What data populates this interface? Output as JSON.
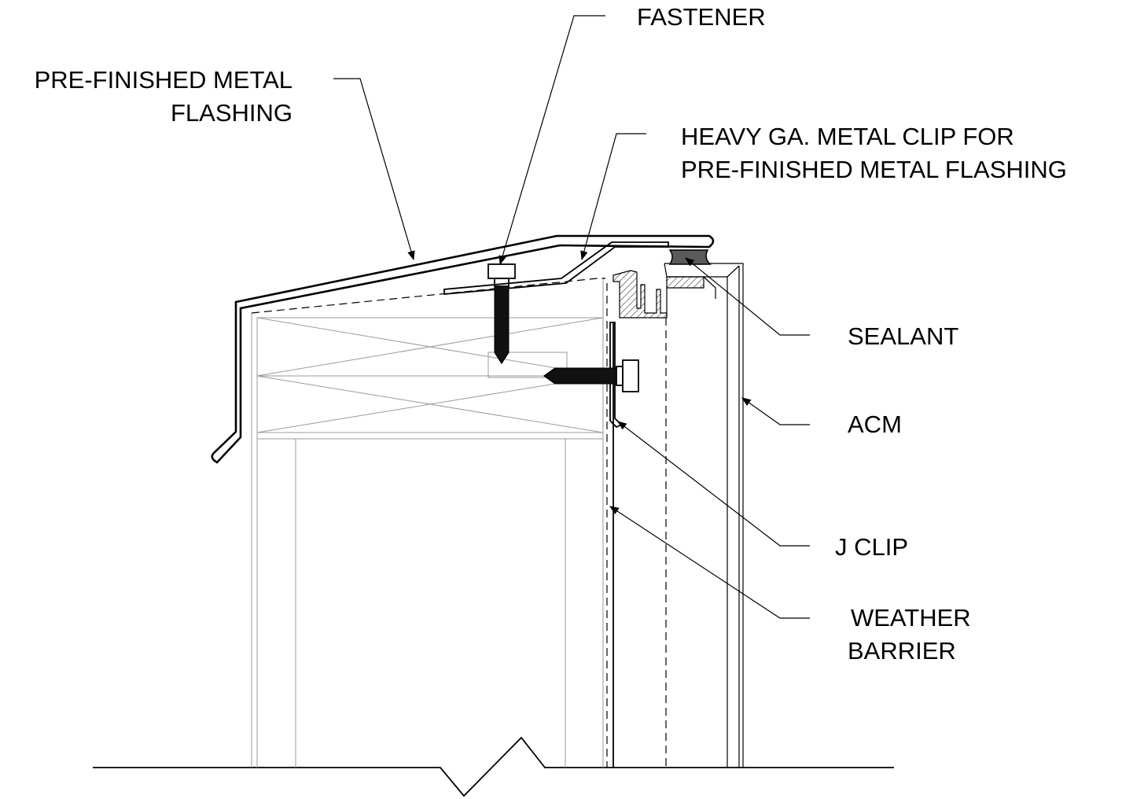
{
  "labels": {
    "fastener": "FASTENER",
    "flashing_line1": "PRE-FINISHED METAL",
    "flashing_line2": "FLASHING",
    "clip_line1": "HEAVY GA. METAL CLIP FOR",
    "clip_line2": "PRE-FINISHED METAL FLASHING",
    "sealant": "SEALANT",
    "acm": "ACM",
    "j_clip": "J CLIP",
    "weather_line1": "WEATHER",
    "weather_line2": "BARRIER"
  },
  "colors": {
    "ink": "#000000",
    "sealant_fill": "#5a5a5a",
    "background": "#ffffff"
  }
}
